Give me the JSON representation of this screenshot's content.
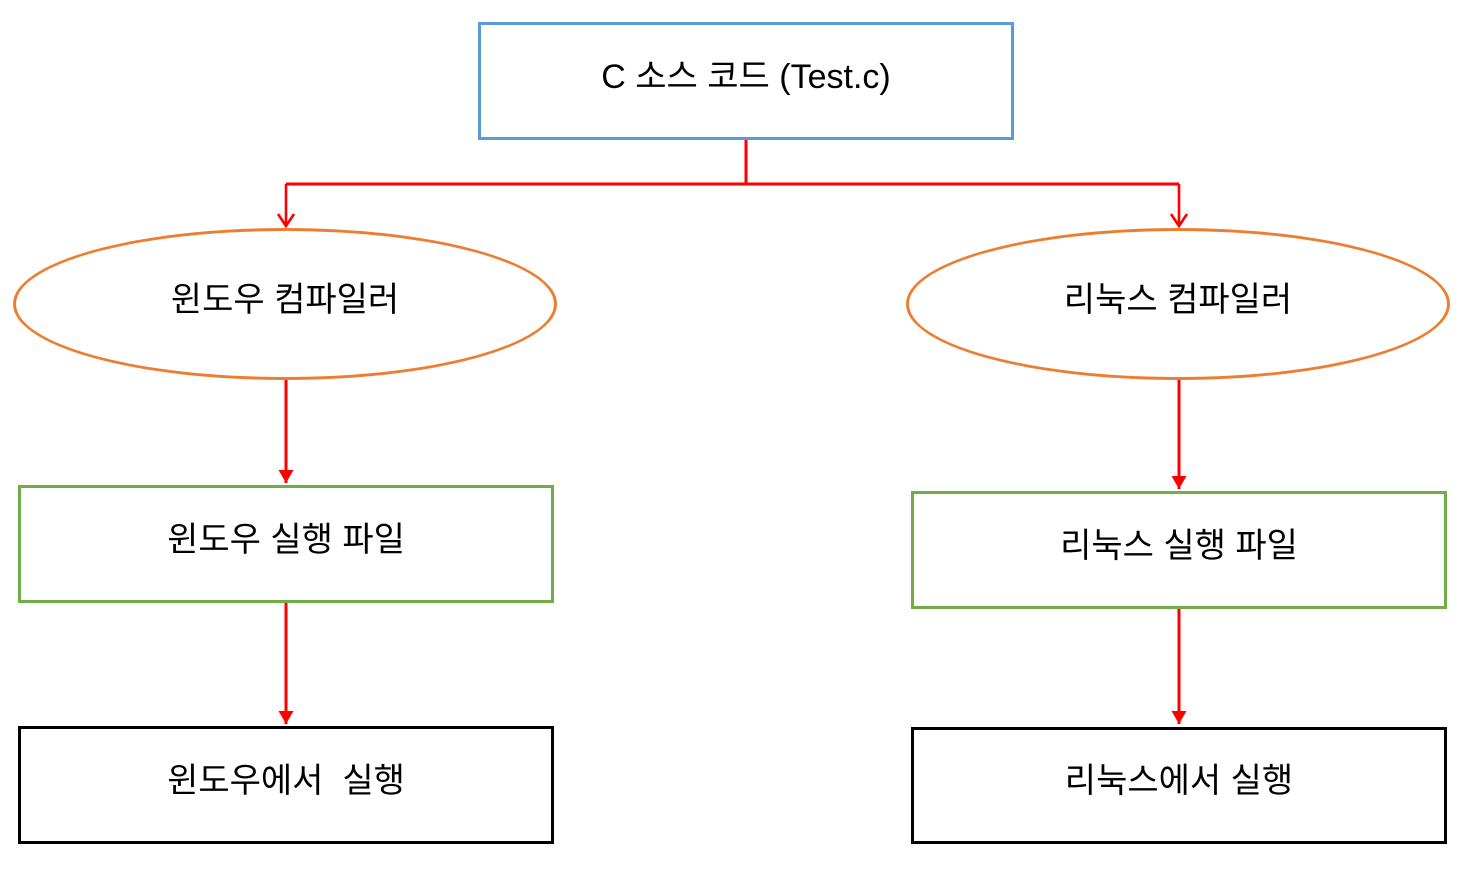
{
  "diagram": {
    "type": "flowchart",
    "background_color": "#FFFFFF",
    "text_color": "#000000",
    "arrow_color": "#FF0000",
    "nodes": {
      "source": {
        "label": "C 소스 코드 (Test.c)",
        "shape": "rectangle",
        "border_color": "#5B9BD5"
      },
      "win_compiler": {
        "label": "윈도우 컴파일러",
        "shape": "ellipse",
        "border_color": "#ED7D31"
      },
      "linux_compiler": {
        "label": "리눅스 컴파일러",
        "shape": "ellipse",
        "border_color": "#ED7D31"
      },
      "win_exe": {
        "label": "윈도우 실행 파일",
        "shape": "rectangle",
        "border_color": "#70AD47"
      },
      "linux_exe": {
        "label": "리눅스 실행 파일",
        "shape": "rectangle",
        "border_color": "#70AD47"
      },
      "win_run": {
        "label": "윈도우에서  실행",
        "shape": "rectangle",
        "border_color": "#000000"
      },
      "linux_run": {
        "label": "리눅스에서 실행",
        "shape": "rectangle",
        "border_color": "#000000"
      }
    },
    "edges": [
      {
        "from": "source",
        "to": "win_compiler",
        "style": "elbow",
        "head": "open-v"
      },
      {
        "from": "source",
        "to": "linux_compiler",
        "style": "elbow",
        "head": "open-v"
      },
      {
        "from": "win_compiler",
        "to": "win_exe",
        "style": "straight",
        "head": "triangle"
      },
      {
        "from": "linux_compiler",
        "to": "linux_exe",
        "style": "straight",
        "head": "triangle"
      },
      {
        "from": "win_exe",
        "to": "win_run",
        "style": "straight",
        "head": "triangle"
      },
      {
        "from": "linux_exe",
        "to": "linux_run",
        "style": "straight",
        "head": "triangle"
      }
    ]
  }
}
